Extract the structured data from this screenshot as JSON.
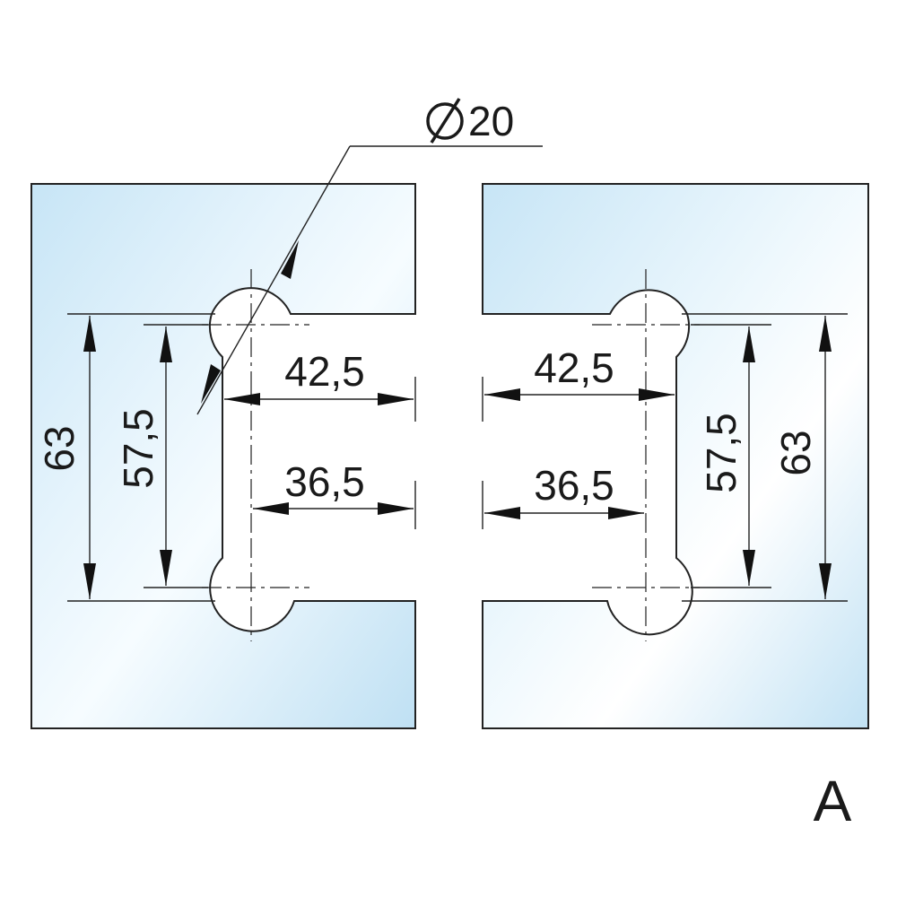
{
  "diagram": {
    "diameter_label": "20",
    "left_panel": {
      "width_top": "42,5",
      "width_bottom": "36,5",
      "height_outer": "63",
      "height_inner": "57,5"
    },
    "right_panel": {
      "width_top": "42,5",
      "width_bottom": "36,5",
      "height_inner": "57,5",
      "height_outer": "63"
    },
    "view_letter": "A"
  },
  "colors": {
    "glass_light": "#f4fbff",
    "glass_mid": "#d6ecf9",
    "glass_dark": "#bfe0f3",
    "line": "#222222"
  }
}
